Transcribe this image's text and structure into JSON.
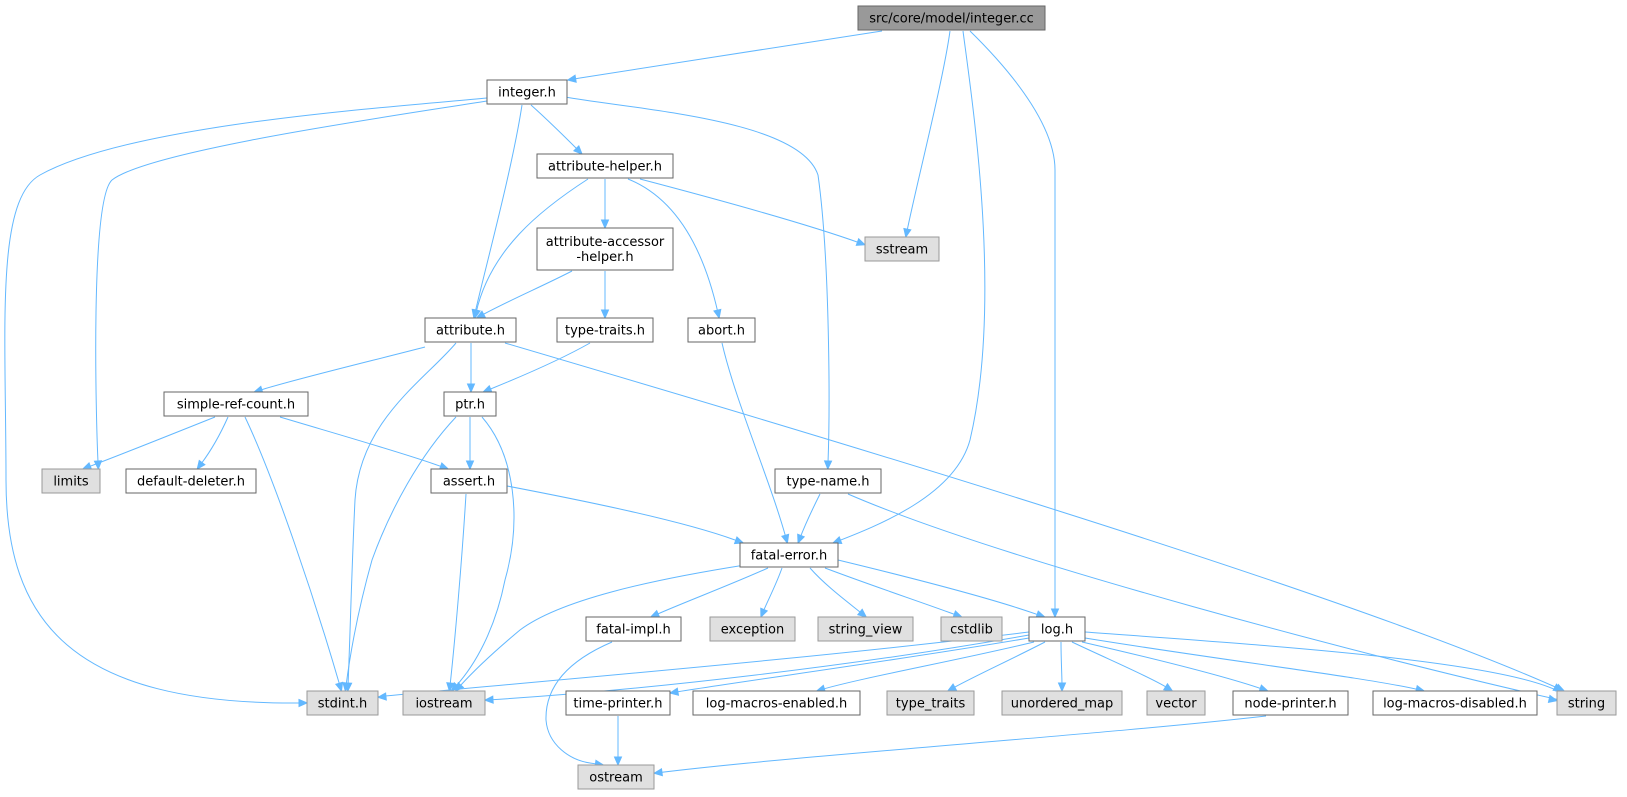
{
  "colors": {
    "edge": "#63b8ff",
    "root_fill": "#999999",
    "root_stroke": "#666666",
    "file_fill": "#ffffff",
    "file_stroke": "#666666",
    "system_fill": "#e0e0e0",
    "system_stroke": "#999999"
  },
  "nodes": [
    {
      "id": "root",
      "lines": [
        "src/core/model/integer.cc"
      ],
      "kind": "root"
    },
    {
      "id": "integer_h",
      "lines": [
        "integer.h"
      ],
      "kind": "file"
    },
    {
      "id": "attribute_helper_h",
      "lines": [
        "attribute-helper.h"
      ],
      "kind": "file"
    },
    {
      "id": "attribute_accessor_helper_h",
      "lines": [
        "attribute-accessor",
        "-helper.h"
      ],
      "kind": "file"
    },
    {
      "id": "sstream",
      "lines": [
        "sstream"
      ],
      "kind": "system"
    },
    {
      "id": "attribute_h",
      "lines": [
        "attribute.h"
      ],
      "kind": "file"
    },
    {
      "id": "type_traits_h",
      "lines": [
        "type-traits.h"
      ],
      "kind": "file"
    },
    {
      "id": "abort_h",
      "lines": [
        "abort.h"
      ],
      "kind": "file"
    },
    {
      "id": "simple_ref_count_h",
      "lines": [
        "simple-ref-count.h"
      ],
      "kind": "file"
    },
    {
      "id": "ptr_h",
      "lines": [
        "ptr.h"
      ],
      "kind": "file"
    },
    {
      "id": "limits",
      "lines": [
        "limits"
      ],
      "kind": "system"
    },
    {
      "id": "default_deleter_h",
      "lines": [
        "default-deleter.h"
      ],
      "kind": "file"
    },
    {
      "id": "assert_h",
      "lines": [
        "assert.h"
      ],
      "kind": "file"
    },
    {
      "id": "type_name_h",
      "lines": [
        "type-name.h"
      ],
      "kind": "file"
    },
    {
      "id": "fatal_error_h",
      "lines": [
        "fatal-error.h"
      ],
      "kind": "file"
    },
    {
      "id": "fatal_impl_h",
      "lines": [
        "fatal-impl.h"
      ],
      "kind": "file"
    },
    {
      "id": "exception",
      "lines": [
        "exception"
      ],
      "kind": "system"
    },
    {
      "id": "string_view",
      "lines": [
        "string_view"
      ],
      "kind": "system"
    },
    {
      "id": "cstdlib",
      "lines": [
        "cstdlib"
      ],
      "kind": "system"
    },
    {
      "id": "log_h",
      "lines": [
        "log.h"
      ],
      "kind": "file"
    },
    {
      "id": "stdint_h",
      "lines": [
        "stdint.h"
      ],
      "kind": "system"
    },
    {
      "id": "iostream",
      "lines": [
        "iostream"
      ],
      "kind": "system"
    },
    {
      "id": "time_printer_h",
      "lines": [
        "time-printer.h"
      ],
      "kind": "file"
    },
    {
      "id": "log_macros_enabled_h",
      "lines": [
        "log-macros-enabled.h"
      ],
      "kind": "file"
    },
    {
      "id": "type_traits",
      "lines": [
        "type_traits"
      ],
      "kind": "system"
    },
    {
      "id": "unordered_map",
      "lines": [
        "unordered_map"
      ],
      "kind": "system"
    },
    {
      "id": "vector",
      "lines": [
        "vector"
      ],
      "kind": "system"
    },
    {
      "id": "node_printer_h",
      "lines": [
        "node-printer.h"
      ],
      "kind": "file"
    },
    {
      "id": "log_macros_disabled_h",
      "lines": [
        "log-macros-disabled.h"
      ],
      "kind": "file"
    },
    {
      "id": "string",
      "lines": [
        "string"
      ],
      "kind": "system"
    },
    {
      "id": "ostream",
      "lines": [
        "ostream"
      ],
      "kind": "system"
    }
  ],
  "edges": [
    {
      "from": "root",
      "to": "integer_h"
    },
    {
      "from": "root",
      "to": "sstream"
    },
    {
      "from": "root",
      "to": "fatal_error_h"
    },
    {
      "from": "root",
      "to": "log_h"
    },
    {
      "from": "integer_h",
      "to": "attribute_helper_h"
    },
    {
      "from": "integer_h",
      "to": "attribute_h"
    },
    {
      "from": "integer_h",
      "to": "type_name_h"
    },
    {
      "from": "integer_h",
      "to": "limits"
    },
    {
      "from": "integer_h",
      "to": "stdint_h"
    },
    {
      "from": "attribute_helper_h",
      "to": "attribute_accessor_helper_h"
    },
    {
      "from": "attribute_helper_h",
      "to": "sstream"
    },
    {
      "from": "attribute_helper_h",
      "to": "attribute_h"
    },
    {
      "from": "attribute_helper_h",
      "to": "abort_h"
    },
    {
      "from": "attribute_accessor_helper_h",
      "to": "attribute_h"
    },
    {
      "from": "attribute_accessor_helper_h",
      "to": "type_traits_h"
    },
    {
      "from": "attribute_h",
      "to": "simple_ref_count_h"
    },
    {
      "from": "attribute_h",
      "to": "ptr_h"
    },
    {
      "from": "attribute_h",
      "to": "stdint_h"
    },
    {
      "from": "attribute_h",
      "to": "string"
    },
    {
      "from": "type_traits_h",
      "to": "ptr_h"
    },
    {
      "from": "abort_h",
      "to": "fatal_error_h"
    },
    {
      "from": "simple_ref_count_h",
      "to": "limits"
    },
    {
      "from": "simple_ref_count_h",
      "to": "default_deleter_h"
    },
    {
      "from": "simple_ref_count_h",
      "to": "assert_h"
    },
    {
      "from": "simple_ref_count_h",
      "to": "stdint_h"
    },
    {
      "from": "ptr_h",
      "to": "assert_h"
    },
    {
      "from": "ptr_h",
      "to": "stdint_h"
    },
    {
      "from": "ptr_h",
      "to": "iostream"
    },
    {
      "from": "assert_h",
      "to": "fatal_error_h"
    },
    {
      "from": "assert_h",
      "to": "iostream"
    },
    {
      "from": "type_name_h",
      "to": "fatal_error_h"
    },
    {
      "from": "type_name_h",
      "to": "string"
    },
    {
      "from": "fatal_error_h",
      "to": "fatal_impl_h"
    },
    {
      "from": "fatal_error_h",
      "to": "exception"
    },
    {
      "from": "fatal_error_h",
      "to": "string_view"
    },
    {
      "from": "fatal_error_h",
      "to": "cstdlib"
    },
    {
      "from": "fatal_error_h",
      "to": "log_h"
    },
    {
      "from": "fatal_error_h",
      "to": "iostream"
    },
    {
      "from": "fatal_impl_h",
      "to": "ostream"
    },
    {
      "from": "log_h",
      "to": "stdint_h"
    },
    {
      "from": "log_h",
      "to": "iostream"
    },
    {
      "from": "log_h",
      "to": "time_printer_h"
    },
    {
      "from": "log_h",
      "to": "log_macros_enabled_h"
    },
    {
      "from": "log_h",
      "to": "type_traits"
    },
    {
      "from": "log_h",
      "to": "unordered_map"
    },
    {
      "from": "log_h",
      "to": "vector"
    },
    {
      "from": "log_h",
      "to": "node_printer_h"
    },
    {
      "from": "log_h",
      "to": "log_macros_disabled_h"
    },
    {
      "from": "log_h",
      "to": "string"
    },
    {
      "from": "time_printer_h",
      "to": "ostream"
    },
    {
      "from": "node_printer_h",
      "to": "ostream"
    }
  ]
}
